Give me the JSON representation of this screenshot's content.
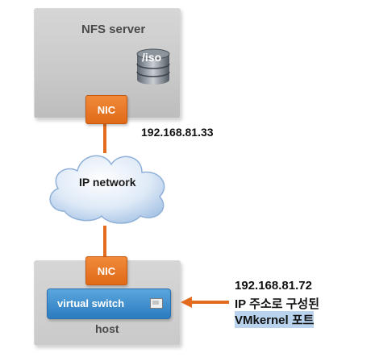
{
  "nfs_server": {
    "title": "NFS server",
    "volume_label": "/iso",
    "nic_label": "NIC"
  },
  "network": {
    "label": "IP network"
  },
  "server_ip": "192.168.81.33",
  "host": {
    "title": "host",
    "nic_label": "NIC",
    "virtual_switch_label": "virtual switch"
  },
  "annotation": {
    "line1": "192.168.81.72",
    "line2": "IP 주소로 구성된",
    "line3": "VMkernel 포트"
  },
  "colors": {
    "nic": "#e26b1d",
    "switch": "#2c7bc0",
    "cloud": "#cfe2f5",
    "box": "#cccccc",
    "highlight": "#b9d3ee"
  }
}
